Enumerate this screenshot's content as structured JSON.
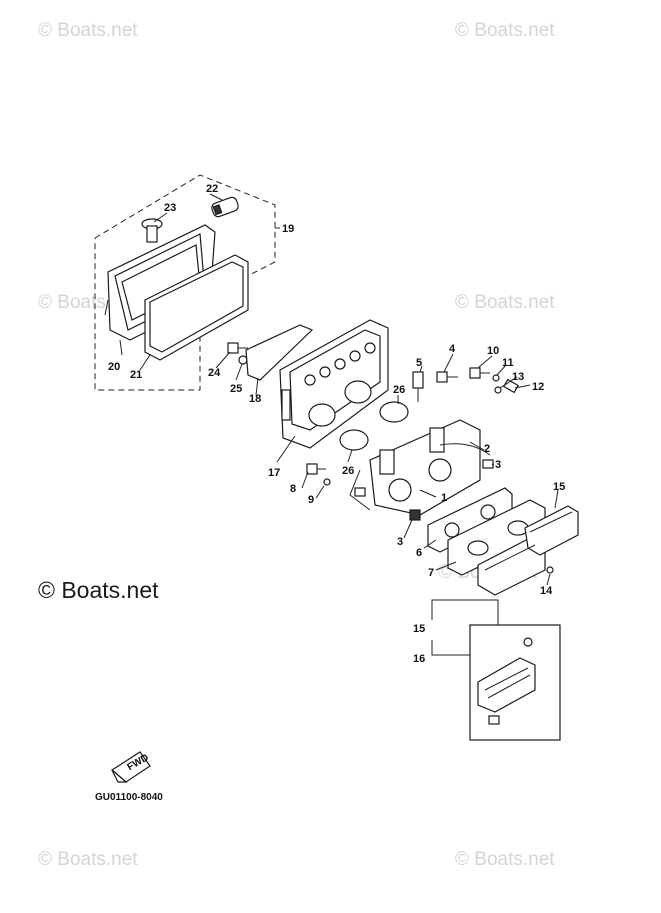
{
  "watermarks": {
    "small_text": "© Boats.net",
    "large_text": "© Boats.net"
  },
  "diagram_code": "GU01100-8040",
  "fwd_label": "FWD",
  "callouts": [
    "1",
    "2",
    "3",
    "3",
    "4",
    "5",
    "6",
    "7",
    "8",
    "9",
    "10",
    "11",
    "12",
    "13",
    "14",
    "15",
    "15",
    "16",
    "17",
    "18",
    "19",
    "20",
    "21",
    "22",
    "23",
    "24",
    "25",
    "26",
    "26"
  ]
}
